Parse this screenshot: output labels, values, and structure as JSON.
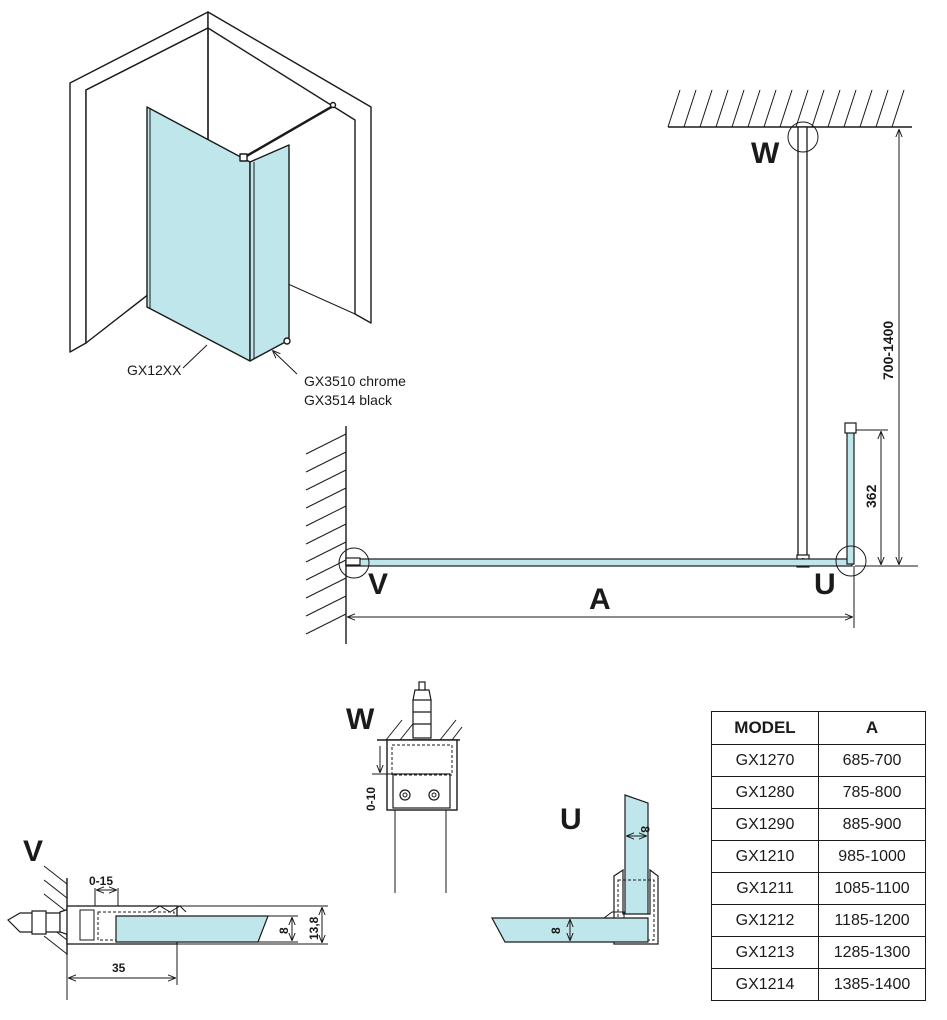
{
  "labels": {
    "panel_code": "GX12XX",
    "bar_chrome": "GX3510 chrome",
    "bar_black": "GX3514 black",
    "point_w": "W",
    "point_v": "V",
    "point_u": "U",
    "dim_a": "A",
    "dim_height": "700-1400",
    "dim_362": "362",
    "detail_w_label": "W",
    "detail_w_dim": "0-10",
    "detail_v_label": "V",
    "detail_v_gap": "0-15",
    "detail_v_depth": "35",
    "detail_v_glass": "8",
    "detail_v_profile": "13,8",
    "detail_u_label": "U",
    "detail_u_glass_1": "8",
    "detail_u_glass_2": "8"
  },
  "colors": {
    "glass": "#bfe6ea",
    "line": "#1a1a1a"
  },
  "table": {
    "headers": [
      "MODEL",
      "A"
    ],
    "rows": [
      [
        "GX1270",
        "685-700"
      ],
      [
        "GX1280",
        "785-800"
      ],
      [
        "GX1290",
        "885-900"
      ],
      [
        "GX1210",
        "985-1000"
      ],
      [
        "GX1211",
        "1085-1100"
      ],
      [
        "GX1212",
        "1185-1200"
      ],
      [
        "GX1213",
        "1285-1300"
      ],
      [
        "GX1214",
        "1385-1400"
      ]
    ]
  }
}
